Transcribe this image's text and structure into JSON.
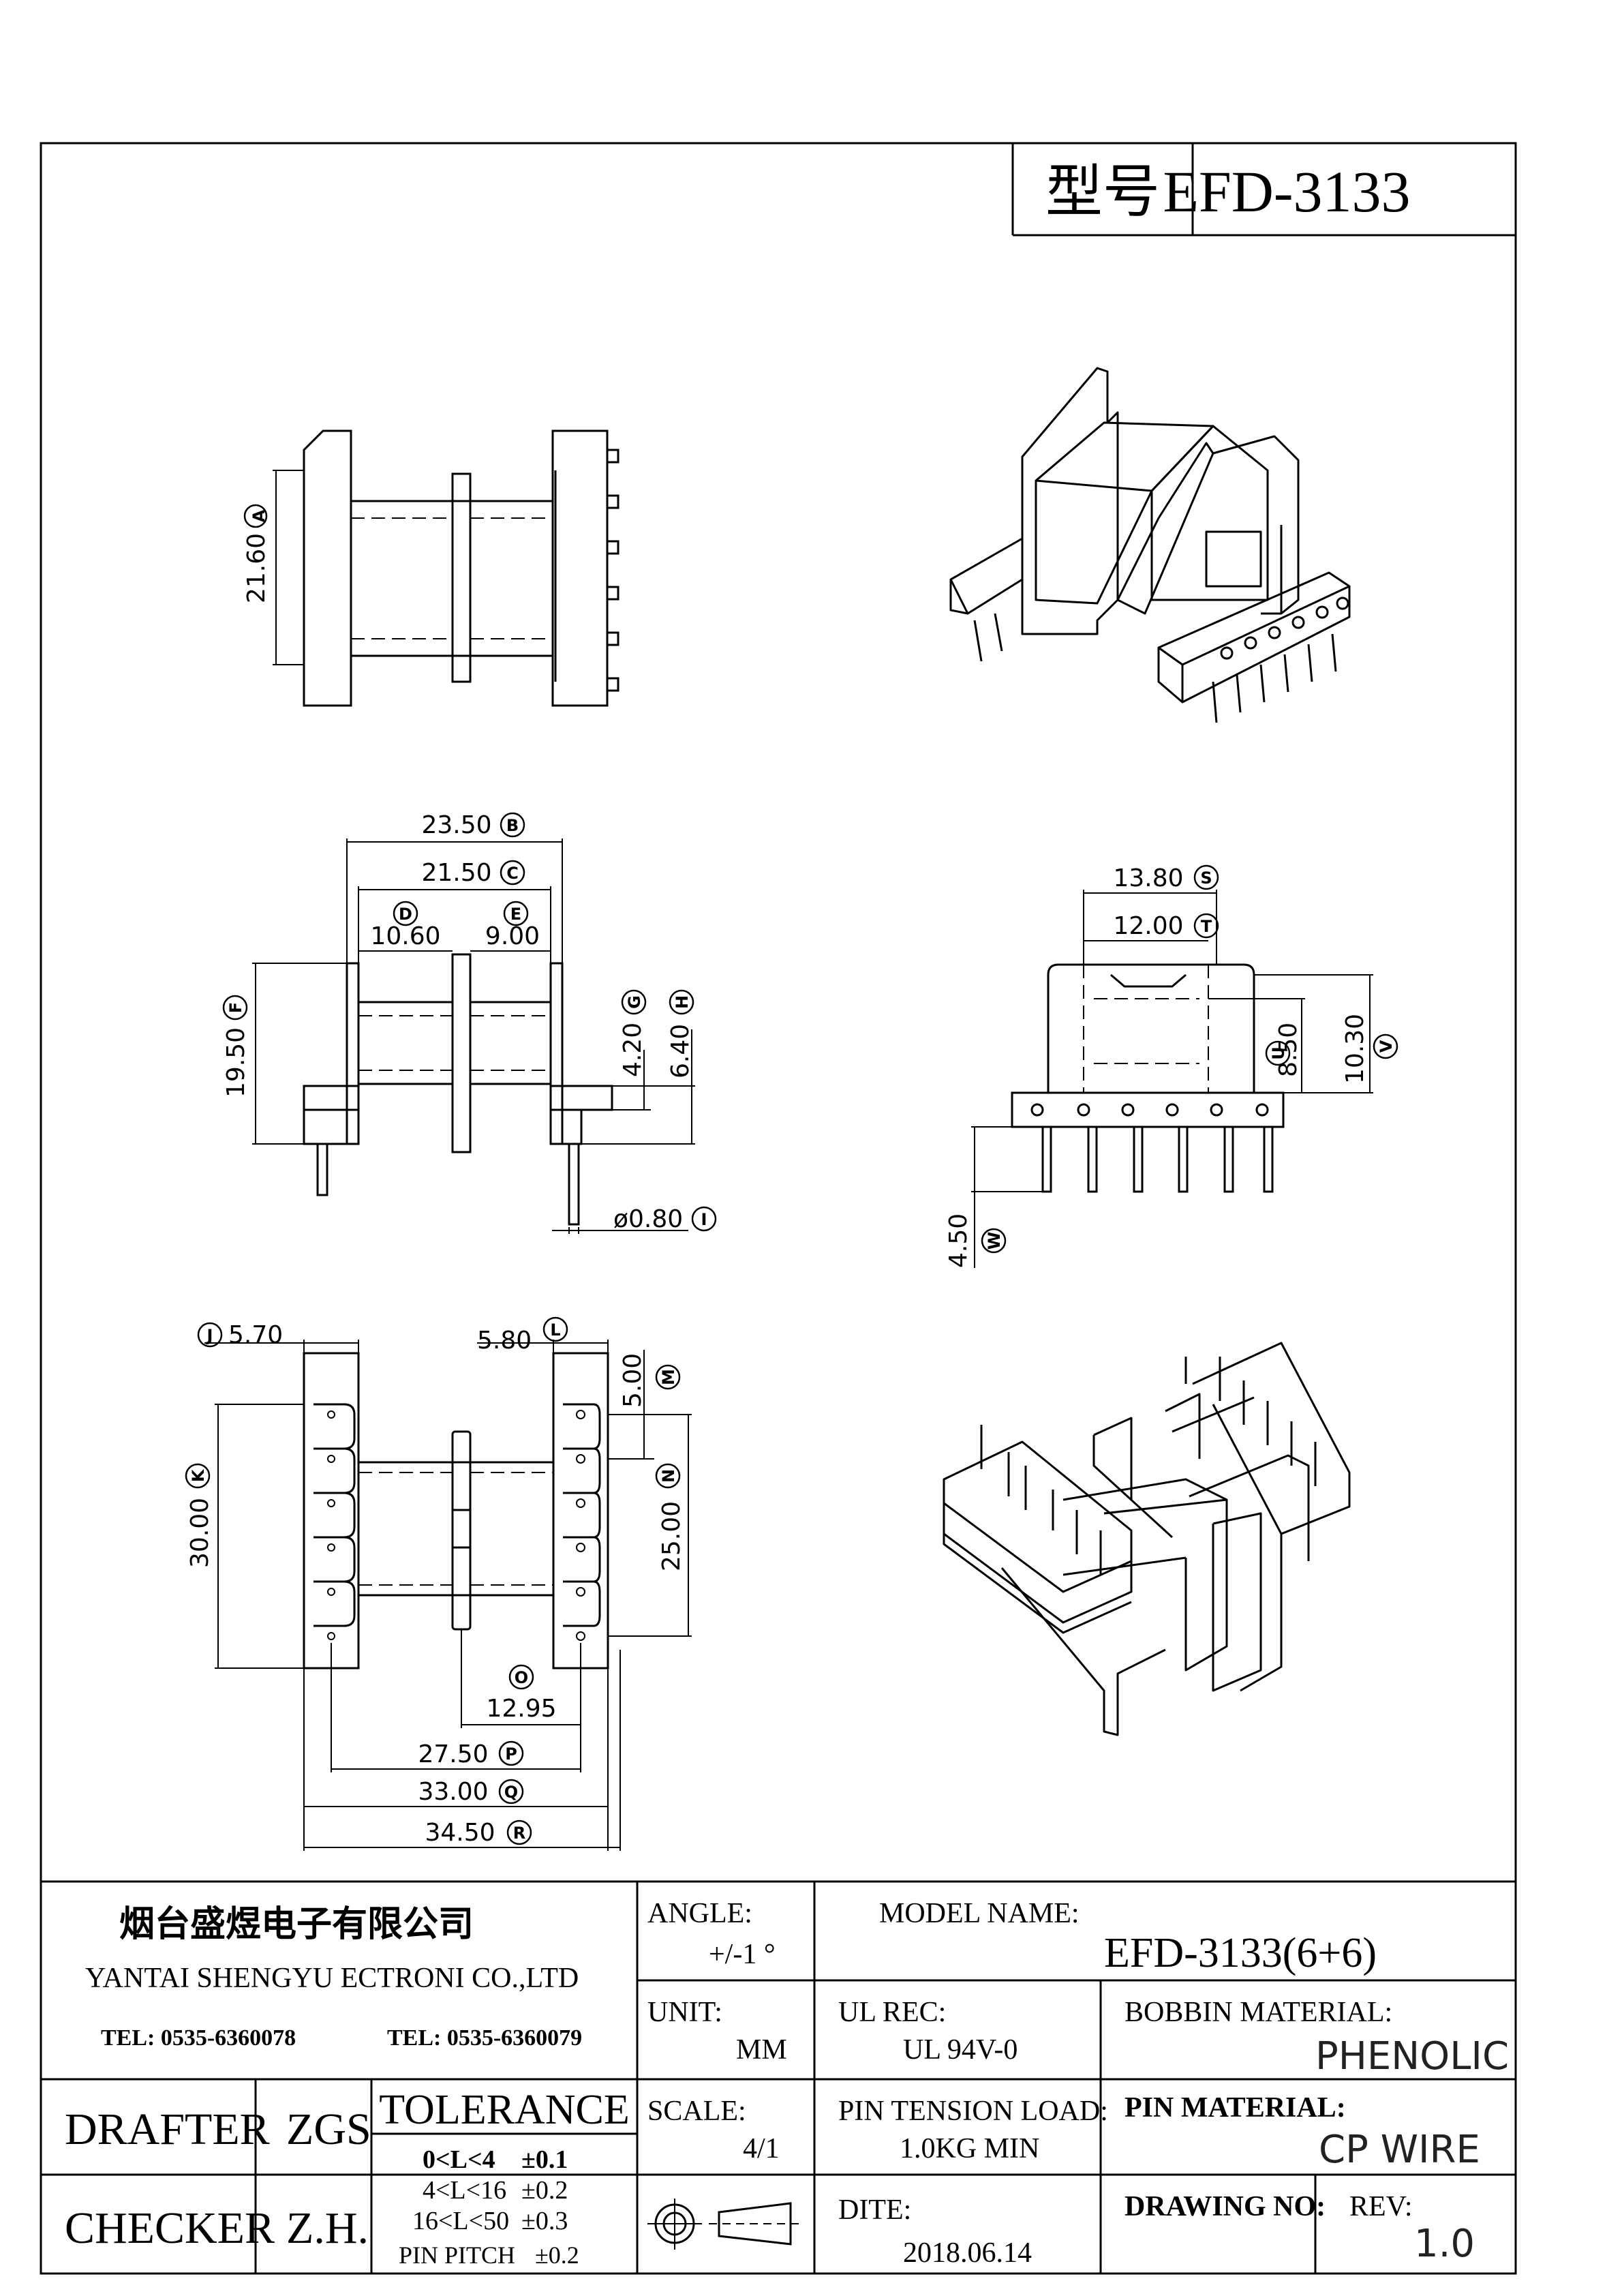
{
  "header": {
    "model_label": "型号",
    "model_value": "EFD-3133"
  },
  "dimensions": {
    "A": {
      "letter": "A",
      "value": "21.60"
    },
    "B": {
      "letter": "B",
      "value": "23.50"
    },
    "C": {
      "letter": "C",
      "value": "21.50"
    },
    "D": {
      "letter": "D",
      "value": "10.60"
    },
    "E": {
      "letter": "E",
      "value": "9.00"
    },
    "F": {
      "letter": "F",
      "value": "19.50"
    },
    "G": {
      "letter": "G",
      "value": "4.20"
    },
    "H": {
      "letter": "H",
      "value": "6.40"
    },
    "I": {
      "letter": "I",
      "value": "ø0.80"
    },
    "J": {
      "letter": "J",
      "value": "5.70"
    },
    "K": {
      "letter": "K",
      "value": "30.00"
    },
    "L": {
      "letter": "L",
      "value": "5.80"
    },
    "M": {
      "letter": "M",
      "value": "5.00"
    },
    "N": {
      "letter": "N",
      "value": "25.00"
    },
    "O": {
      "letter": "O",
      "value": "12.95"
    },
    "P": {
      "letter": "P",
      "value": "27.50"
    },
    "Q": {
      "letter": "Q",
      "value": "33.00"
    },
    "R": {
      "letter": "R",
      "value": "34.50"
    },
    "S": {
      "letter": "S",
      "value": "13.80"
    },
    "T": {
      "letter": "T",
      "value": "12.00"
    },
    "U": {
      "letter": "U",
      "value": "8.50"
    },
    "V": {
      "letter": "V",
      "value": "10.30"
    },
    "W": {
      "letter": "W",
      "value": "4.50"
    }
  },
  "title_block": {
    "company_cn": "烟台盛煜电子有限公司",
    "company_en": "YANTAI SHENGYU ECTRONI CO.,LTD",
    "tel1": "TEL: 0535-6360078",
    "tel2": "TEL: 0535-6360079",
    "angle_label": "ANGLE:",
    "angle_value": "+/-1 °",
    "model_name_label": "MODEL NAME:",
    "model_name_value": "EFD-3133(6+6)",
    "unit_label": "UNIT:",
    "unit_value": "MM",
    "ul_rec_label": "UL REC:",
    "ul_rec_value": "UL 94V-0",
    "bobbin_material_label": "BOBBIN MATERIAL:",
    "bobbin_material_value": "PHENOLIC",
    "drafter_label": "DRAFTER",
    "drafter_value": "ZGS",
    "checker_label": "CHECKER",
    "checker_value": "Z.H.",
    "tolerance_label": "TOLERANCE",
    "tolerance_rows": [
      {
        "range": "0<L<4",
        "tol": "±0.1"
      },
      {
        "range": "4<L<16",
        "tol": "±0.2"
      },
      {
        "range": "16<L<50",
        "tol": "±0.3"
      }
    ],
    "pin_pitch_label": "PIN PITCH",
    "pin_pitch_tol": "±0.2",
    "scale_label": "SCALE:",
    "scale_value": "4/1",
    "pin_tension_label": "PIN TENSION LOAD:",
    "pin_tension_value": "1.0KG MIN",
    "pin_material_label": "PIN MATERIAL:",
    "pin_material_value": "CP WIRE",
    "date_label": "DITE:",
    "date_value": "2018.06.14",
    "drawing_no_label": "DRAWING NO:",
    "rev_label": "REV:",
    "rev_value": "1.0"
  }
}
